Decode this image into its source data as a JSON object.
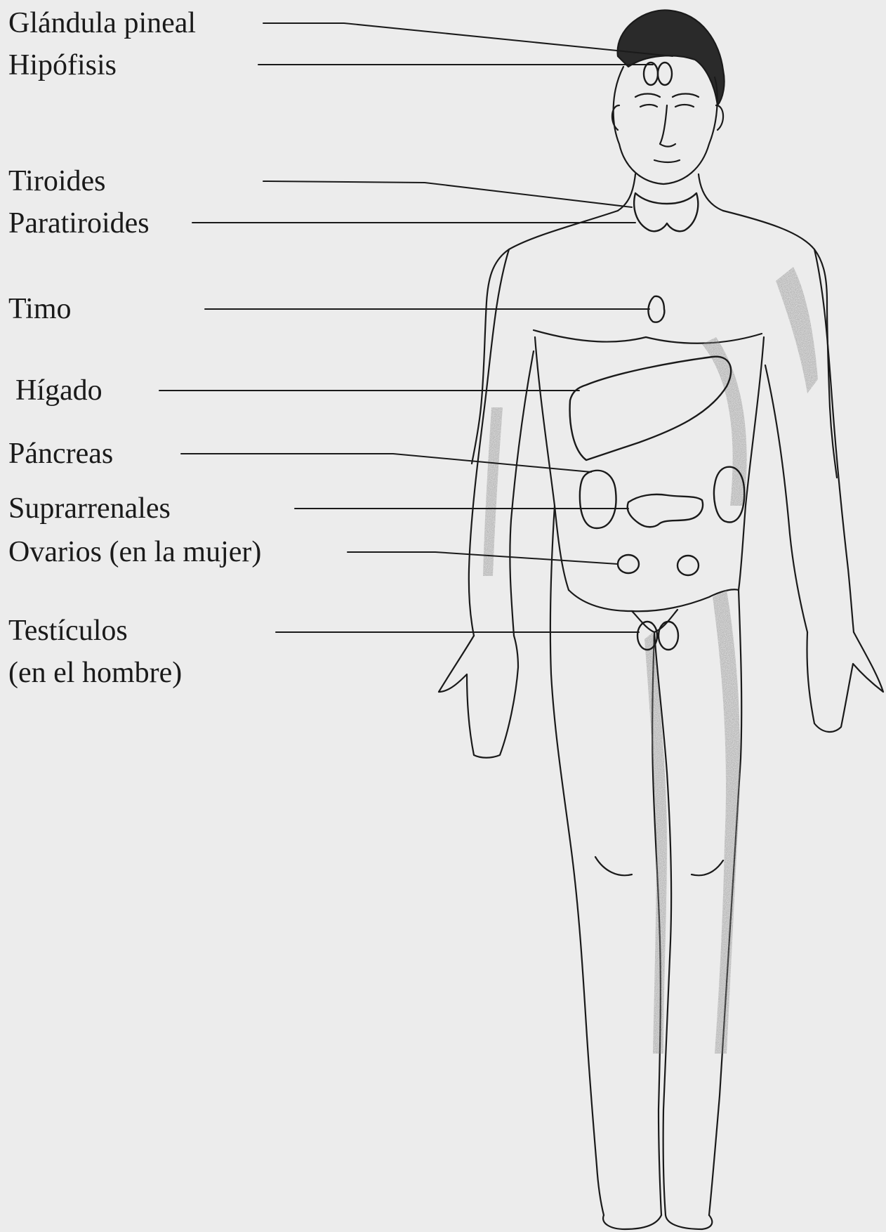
{
  "labels": {
    "pineal": "Glándula pineal",
    "hipofisis": "Hipófisis",
    "tiroides": "Tiroides",
    "paratiroides": "Paratiroides",
    "timo": "Timo",
    "higado": "Hígado",
    "pancreas": "Páncreas",
    "suprarrenales": "Suprarrenales",
    "ovarios": "Ovarios (en la mujer)",
    "testiculos_line1": "Testículos",
    "testiculos_line2": "(en el hombre)"
  },
  "colors": {
    "background": "#ececec",
    "ink": "#1a1a1a",
    "shade": "#8a8a8a"
  }
}
